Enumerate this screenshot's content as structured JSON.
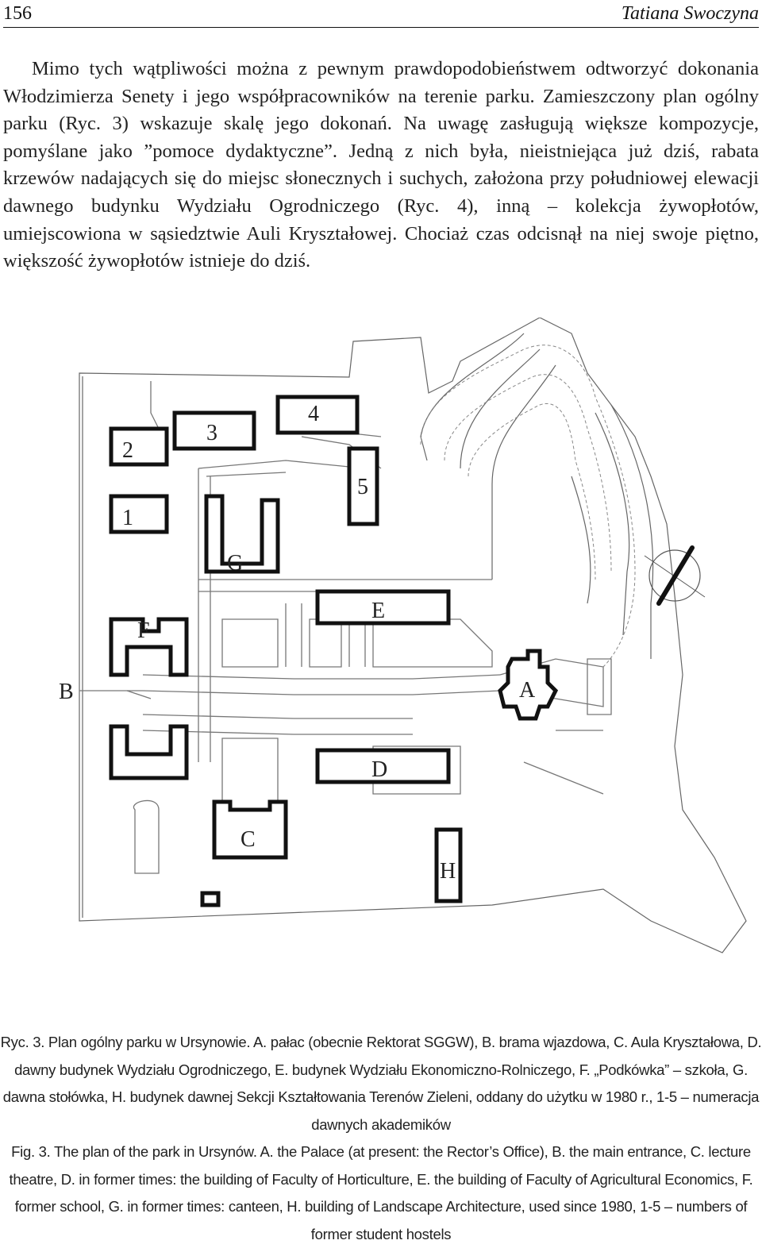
{
  "header": {
    "page_number": "156",
    "author": "Tatiana Swoczyna"
  },
  "paragraph": "Mimo tych wątpliwości można z pewnym prawdopodobieństwem odtworzyć dokonania Włodzimierza Senety i jego współpracowników na terenie parku. Zamieszczony plan ogólny parku (Ryc. 3) wskazuje skalę jego dokonań. Na uwagę zasługują większe kompozycje, pomyślane jako ”pomoce dydaktyczne”. Jedną z nich była, nieistniejąca już dziś, rabata krzewów nadających się do miejsc słonecznych i suchych, założona przy południowej elewacji dawnego budynku Wydziału Ogrodniczego (Ryc. 4), inną – kolekcja żywopłotów, umiejscowiona w sąsiedztwie Auli Kryształowej. Chociaż czas odcisnął na niej swoje piętno, większość żywopłotów istnieje do dziś.",
  "map_labels": {
    "n1": "1",
    "n2": "2",
    "n3": "3",
    "n4": "4",
    "n5": "5",
    "A": "A",
    "B": "B",
    "C": "C",
    "D": "D",
    "E": "E",
    "F": "F",
    "G": "G",
    "H": "H"
  },
  "caption": {
    "pl": "Ryc. 3. Plan ogólny parku w Ursynowie. A. pałac (obecnie Rektorat SGGW), B. brama wjazdowa, C. Aula Kryształowa, D. dawny budynek Wydziału Ogrodniczego, E. budynek Wydziału Ekonomiczno-Rolniczego, F. „Podkówka” – szkoła, G. dawna stołówka, H. budynek dawnej Sekcji Kształtowania Terenów Zieleni, oddany do użytku w 1980 r., 1-5 – numeracja dawnych akademików",
    "en": "Fig. 3. The plan of the park in Ursynów. A. the Palace (at present: the Rector’s Office), B. the main entrance, C. lecture theatre, D. in former times: the building of Faculty of Horticulture, E. the building of Faculty of Agricultural Economics, F. former school, G. in former times: canteen, H. building of Landscape Architecture, used since 1980, 1-5 – numbers of former student hostels"
  }
}
